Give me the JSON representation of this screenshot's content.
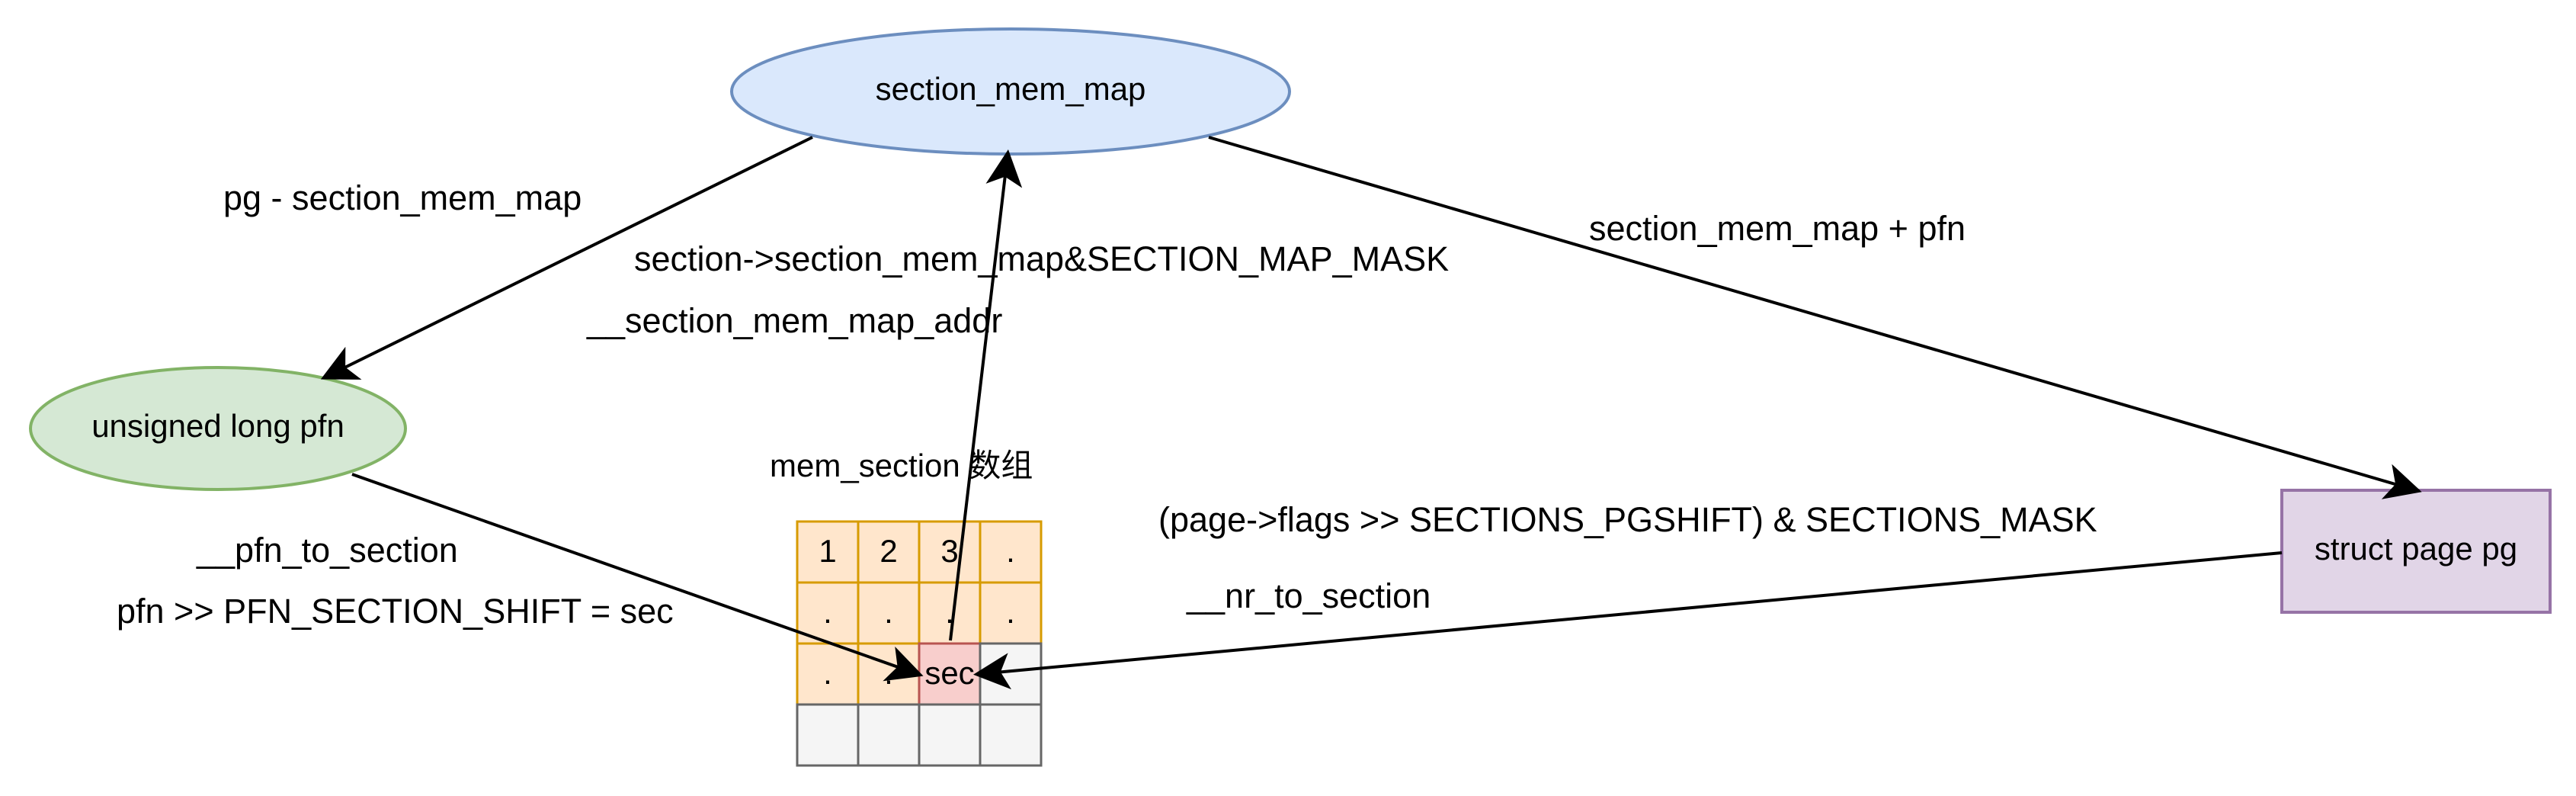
{
  "nodes": {
    "section_mem_map": {
      "label": "section_mem_map",
      "fill": "#dae8fc",
      "stroke": "#6c8ebf"
    },
    "unsigned_long_pfn": {
      "label": "unsigned long pfn",
      "fill": "#d5e8d4",
      "stroke": "#82b366"
    },
    "struct_page_pg": {
      "label": "struct page pg",
      "fill": "#e1d5e7",
      "stroke": "#9673a6"
    }
  },
  "array": {
    "title": "mem_section 数组",
    "filled_fill": "#ffe6cc",
    "filled_stroke": "#d79b00",
    "empty_fill": "#f5f5f5",
    "empty_stroke": "#666666",
    "highlight_fill": "#f8cecc",
    "highlight_stroke": "#b85450",
    "rows": [
      [
        "1",
        "2",
        "3",
        "."
      ],
      [
        ".",
        ".",
        ".",
        "."
      ],
      [
        ".",
        ".",
        "sec",
        ""
      ],
      [
        "",
        "",
        "",
        ""
      ]
    ]
  },
  "edges": {
    "pg_minus_section_mem_map": "pg - section_mem_map",
    "section_mem_map_mask": "section->section_mem_map&SECTION_MAP_MASK",
    "section_mem_map_addr": "__section_mem_map_addr",
    "section_mem_map_plus_pfn": "section_mem_map + pfn",
    "page_flags_mask": "(page->flags >> SECTIONS_PGSHIFT) & SECTIONS_MASK",
    "nr_to_section": "__nr_to_section",
    "pfn_to_section": "__pfn_to_section",
    "pfn_shift": "pfn >> PFN_SECTION_SHIFT = sec"
  }
}
